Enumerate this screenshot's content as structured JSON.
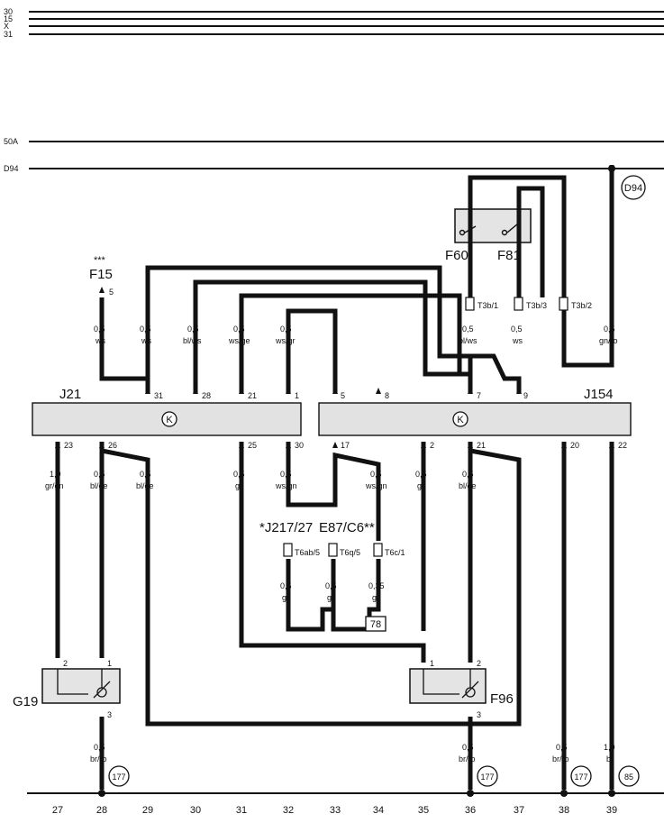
{
  "buses": [
    "30",
    "15",
    "X",
    "31",
    "50A",
    "D94"
  ],
  "components": {
    "J21": "J21",
    "J154": "J154",
    "F15": "F15",
    "F15_stars": "***",
    "F60": "F60",
    "F81": "F81",
    "D94": "D94",
    "G19": "G19",
    "F96": "F96",
    "J217": "*J217/27",
    "E87": "E87/C6**",
    "K": "K"
  },
  "connectors": {
    "T3b1": "T3b/1",
    "T3b3": "T3b/3",
    "T3b2": "T3b/2",
    "T6ab5": "T6ab/5",
    "T6q5": "T6q/5",
    "T6c1": "T6c/1"
  },
  "wires_top": [
    {
      "pin": "5",
      "size": "0,5",
      "color": "ws"
    },
    {
      "pin": "31",
      "size": "0,5",
      "color": "ws"
    },
    {
      "pin": "28",
      "size": "0,5",
      "color": "bl/ws"
    },
    {
      "pin": "21",
      "size": "0,5",
      "color": "ws/ge"
    },
    {
      "pin": "1",
      "size": "0,5",
      "color": "ws/gr"
    },
    {
      "pin": "5",
      "size": "",
      "color": ""
    },
    {
      "pin": "8",
      "size": "",
      "color": ""
    },
    {
      "pin": "7",
      "size": "0,5",
      "color": "bl/ws"
    },
    {
      "pin": "9",
      "size": "0,5",
      "color": "ws"
    },
    {
      "pin": "",
      "size": "0,5",
      "color": "gn/ro"
    }
  ],
  "wires_bottom": [
    {
      "pin": "23",
      "size": "1,0",
      "color": "gr/gn"
    },
    {
      "pin": "26",
      "size": "0,5",
      "color": "bl/ge"
    },
    {
      "pin": "",
      "size": "0,5",
      "color": "bl/ge"
    },
    {
      "pin": "25",
      "size": "0,5",
      "color": "gr"
    },
    {
      "pin": "30",
      "size": "0,5",
      "color": "ws/gn"
    },
    {
      "pin": "17",
      "size": "0,5",
      "color": "ws/gn"
    },
    {
      "pin": "2",
      "size": "0,5",
      "color": "gr"
    },
    {
      "pin": "21",
      "size": "0,5",
      "color": "bl/ge"
    },
    {
      "pin": "20",
      "size": "",
      "color": ""
    },
    {
      "pin": "22",
      "size": "",
      "color": ""
    }
  ],
  "mid_wires": [
    {
      "size": "0,5",
      "color": "gn"
    },
    {
      "size": "0,5",
      "color": "gn"
    },
    {
      "size": "0,35",
      "color": "gn"
    }
  ],
  "box_78": "78",
  "sensor_pins": {
    "g19_a": "2",
    "g19_b": "1",
    "g19_c": "3",
    "f96_a": "1",
    "f96_b": "2",
    "f96_c": "3"
  },
  "lower_wires": [
    {
      "size": "0,5",
      "color": "br/ro",
      "ref": "177"
    },
    {
      "size": "0,5",
      "color": "br/ro",
      "ref": "177"
    },
    {
      "size": "0,5",
      "color": "br/ro",
      "ref": "177"
    },
    {
      "size": "1,0",
      "color": "br",
      "ref": "85"
    }
  ],
  "grid": [
    "27",
    "28",
    "29",
    "30",
    "31",
    "32",
    "33",
    "34",
    "35",
    "36",
    "37",
    "38",
    "39"
  ]
}
